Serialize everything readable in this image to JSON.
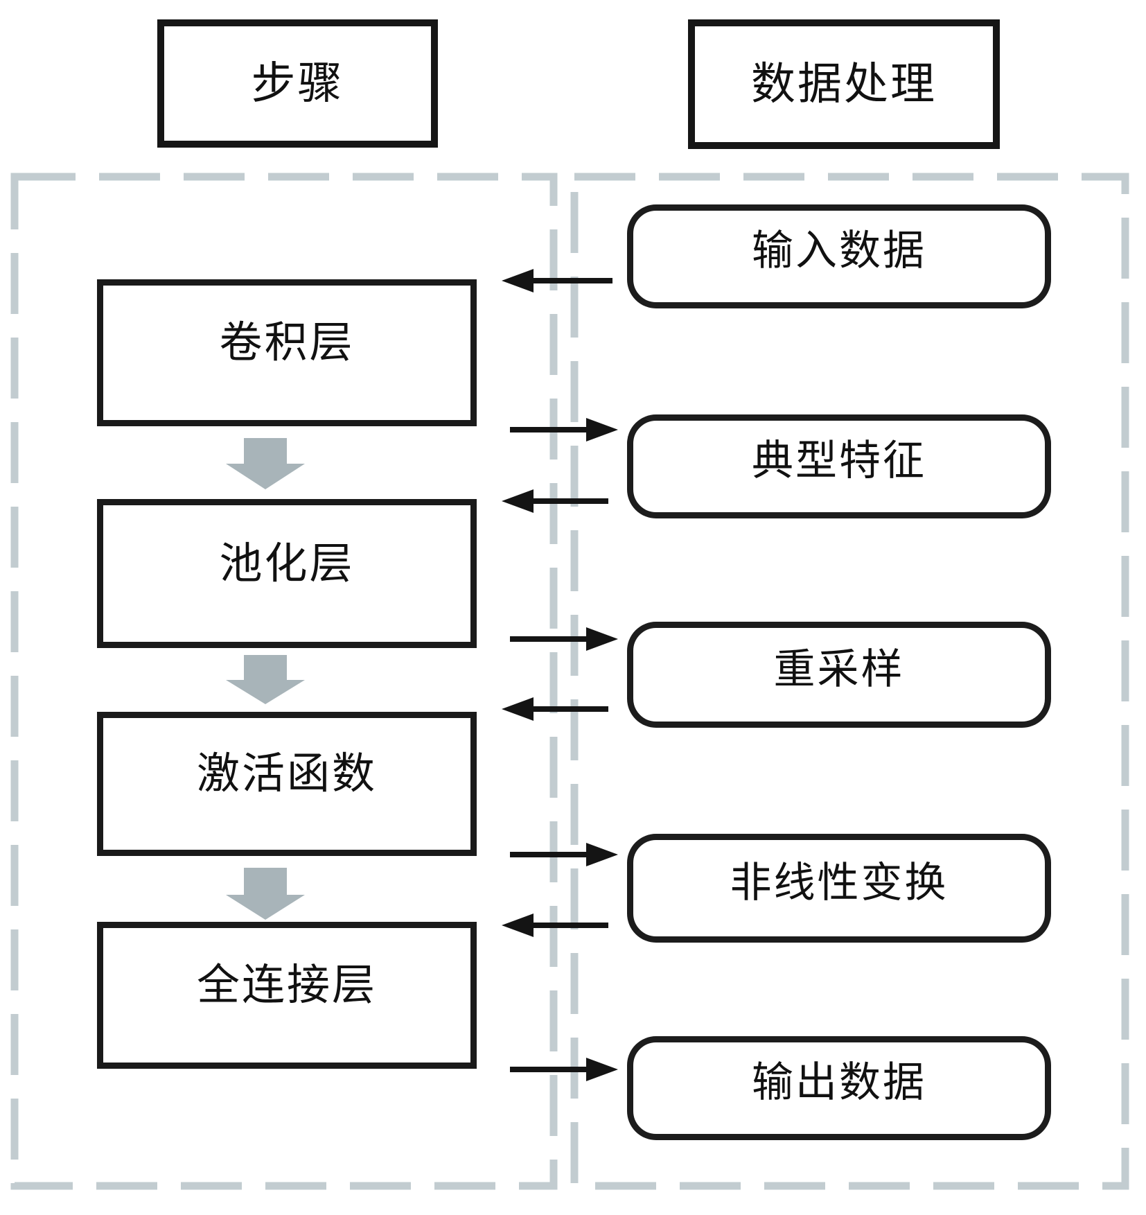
{
  "diagram": {
    "headers": {
      "left": "步骤",
      "right": "数据处理"
    },
    "steps": {
      "items": [
        {
          "label": "卷积层"
        },
        {
          "label": "池化层"
        },
        {
          "label": "激活函数"
        },
        {
          "label": "全连接层"
        }
      ]
    },
    "data_processing": {
      "items": [
        {
          "label": "输入数据"
        },
        {
          "label": "典型特征"
        },
        {
          "label": "重采样"
        },
        {
          "label": "非线性变换"
        },
        {
          "label": "输出数据"
        }
      ]
    },
    "flow_arrows": [
      {
        "from": "输入数据",
        "to": "卷积层"
      },
      {
        "from": "卷积层",
        "to": "典型特征"
      },
      {
        "from": "典型特征",
        "to": "池化层"
      },
      {
        "from": "池化层",
        "to": "重采样"
      },
      {
        "from": "重采样",
        "to": "激活函数"
      },
      {
        "from": "激活函数",
        "to": "非线性变换"
      },
      {
        "from": "非线性变换",
        "to": "全连接层"
      },
      {
        "from": "全连接层",
        "to": "输出数据"
      }
    ],
    "down_arrows": [
      {
        "from": "卷积层",
        "to": "池化层"
      },
      {
        "from": "池化层",
        "to": "激活函数"
      },
      {
        "from": "激活函数",
        "to": "全连接层"
      }
    ],
    "colors": {
      "background": "#ffffff",
      "box_border": "#161616",
      "flow_arrow": "#141414",
      "down_block_arrow": "#a8b4b9",
      "dashed_container_border": "#c2ccd0",
      "text": "#111111"
    }
  }
}
